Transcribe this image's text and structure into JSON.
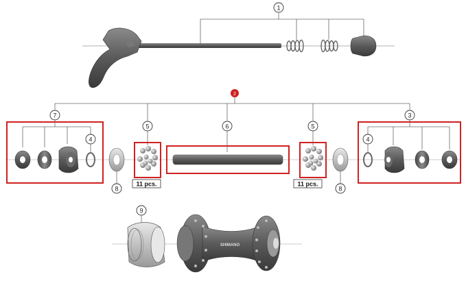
{
  "callouts": {
    "c1": "1",
    "c2": "2",
    "c3": "3",
    "c4a": "4",
    "c4b": "4",
    "c5a": "5",
    "c5b": "5",
    "c6": "6",
    "c7": "7",
    "c8a": "8",
    "c8b": "8",
    "c9": "9"
  },
  "qty_labels": {
    "left": "11 pcs.",
    "right": "11 pcs."
  },
  "hub_brand": "SHIMANO",
  "colors": {
    "highlight_box": "#d02020",
    "callout_badge": "#d02020",
    "part_dark": "#555555",
    "part_light": "#a8a8a8"
  }
}
